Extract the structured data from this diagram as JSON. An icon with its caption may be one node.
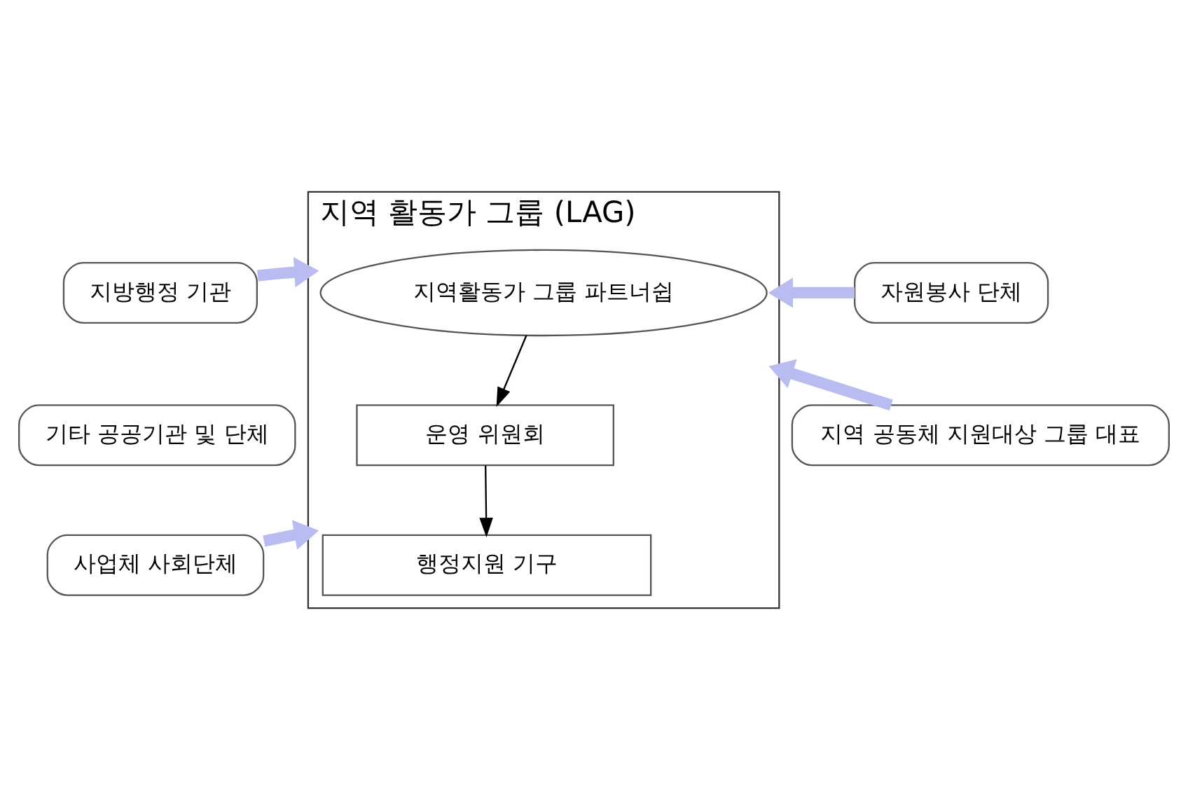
{
  "diagram": {
    "nodes": [
      {
        "text": [
          "지역 활동가 그룹 (LAG)"
        ]
      },
      {
        "text": [
          "지역활동가 그룹 파트너쉽"
        ],
        "in": 0
      },
      {
        "text": [
          "운영 위원회"
        ],
        "in": 0
      },
      {
        "text": [
          "행정지원 기구"
        ],
        "in": 0
      },
      {
        "text": [
          "지방행정 기관"
        ]
      },
      {
        "text": [
          "기타 공공기관 및 단체"
        ]
      },
      {
        "text": [
          "사업체 사회단체"
        ]
      },
      {
        "text": [
          "자원봉사 단체"
        ]
      },
      {
        "text": [
          "지역 공동체 지원대상 그룹 대표"
        ]
      }
    ],
    "edges": [
      {
        "from": 1,
        "to": 2,
        "arrow": "to",
        "color": "#000000"
      },
      {
        "from": 2,
        "to": 3,
        "arrow": "to",
        "color": "#000000"
      },
      {
        "from": 4,
        "to": 0,
        "arrow": "to"
      },
      {
        "from": 6,
        "to": 0,
        "arrow": "to"
      },
      {
        "from": 7,
        "to": 0,
        "arrow": "to"
      },
      {
        "from": 8,
        "to": 0,
        "arrow": "to"
      }
    ]
  }
}
